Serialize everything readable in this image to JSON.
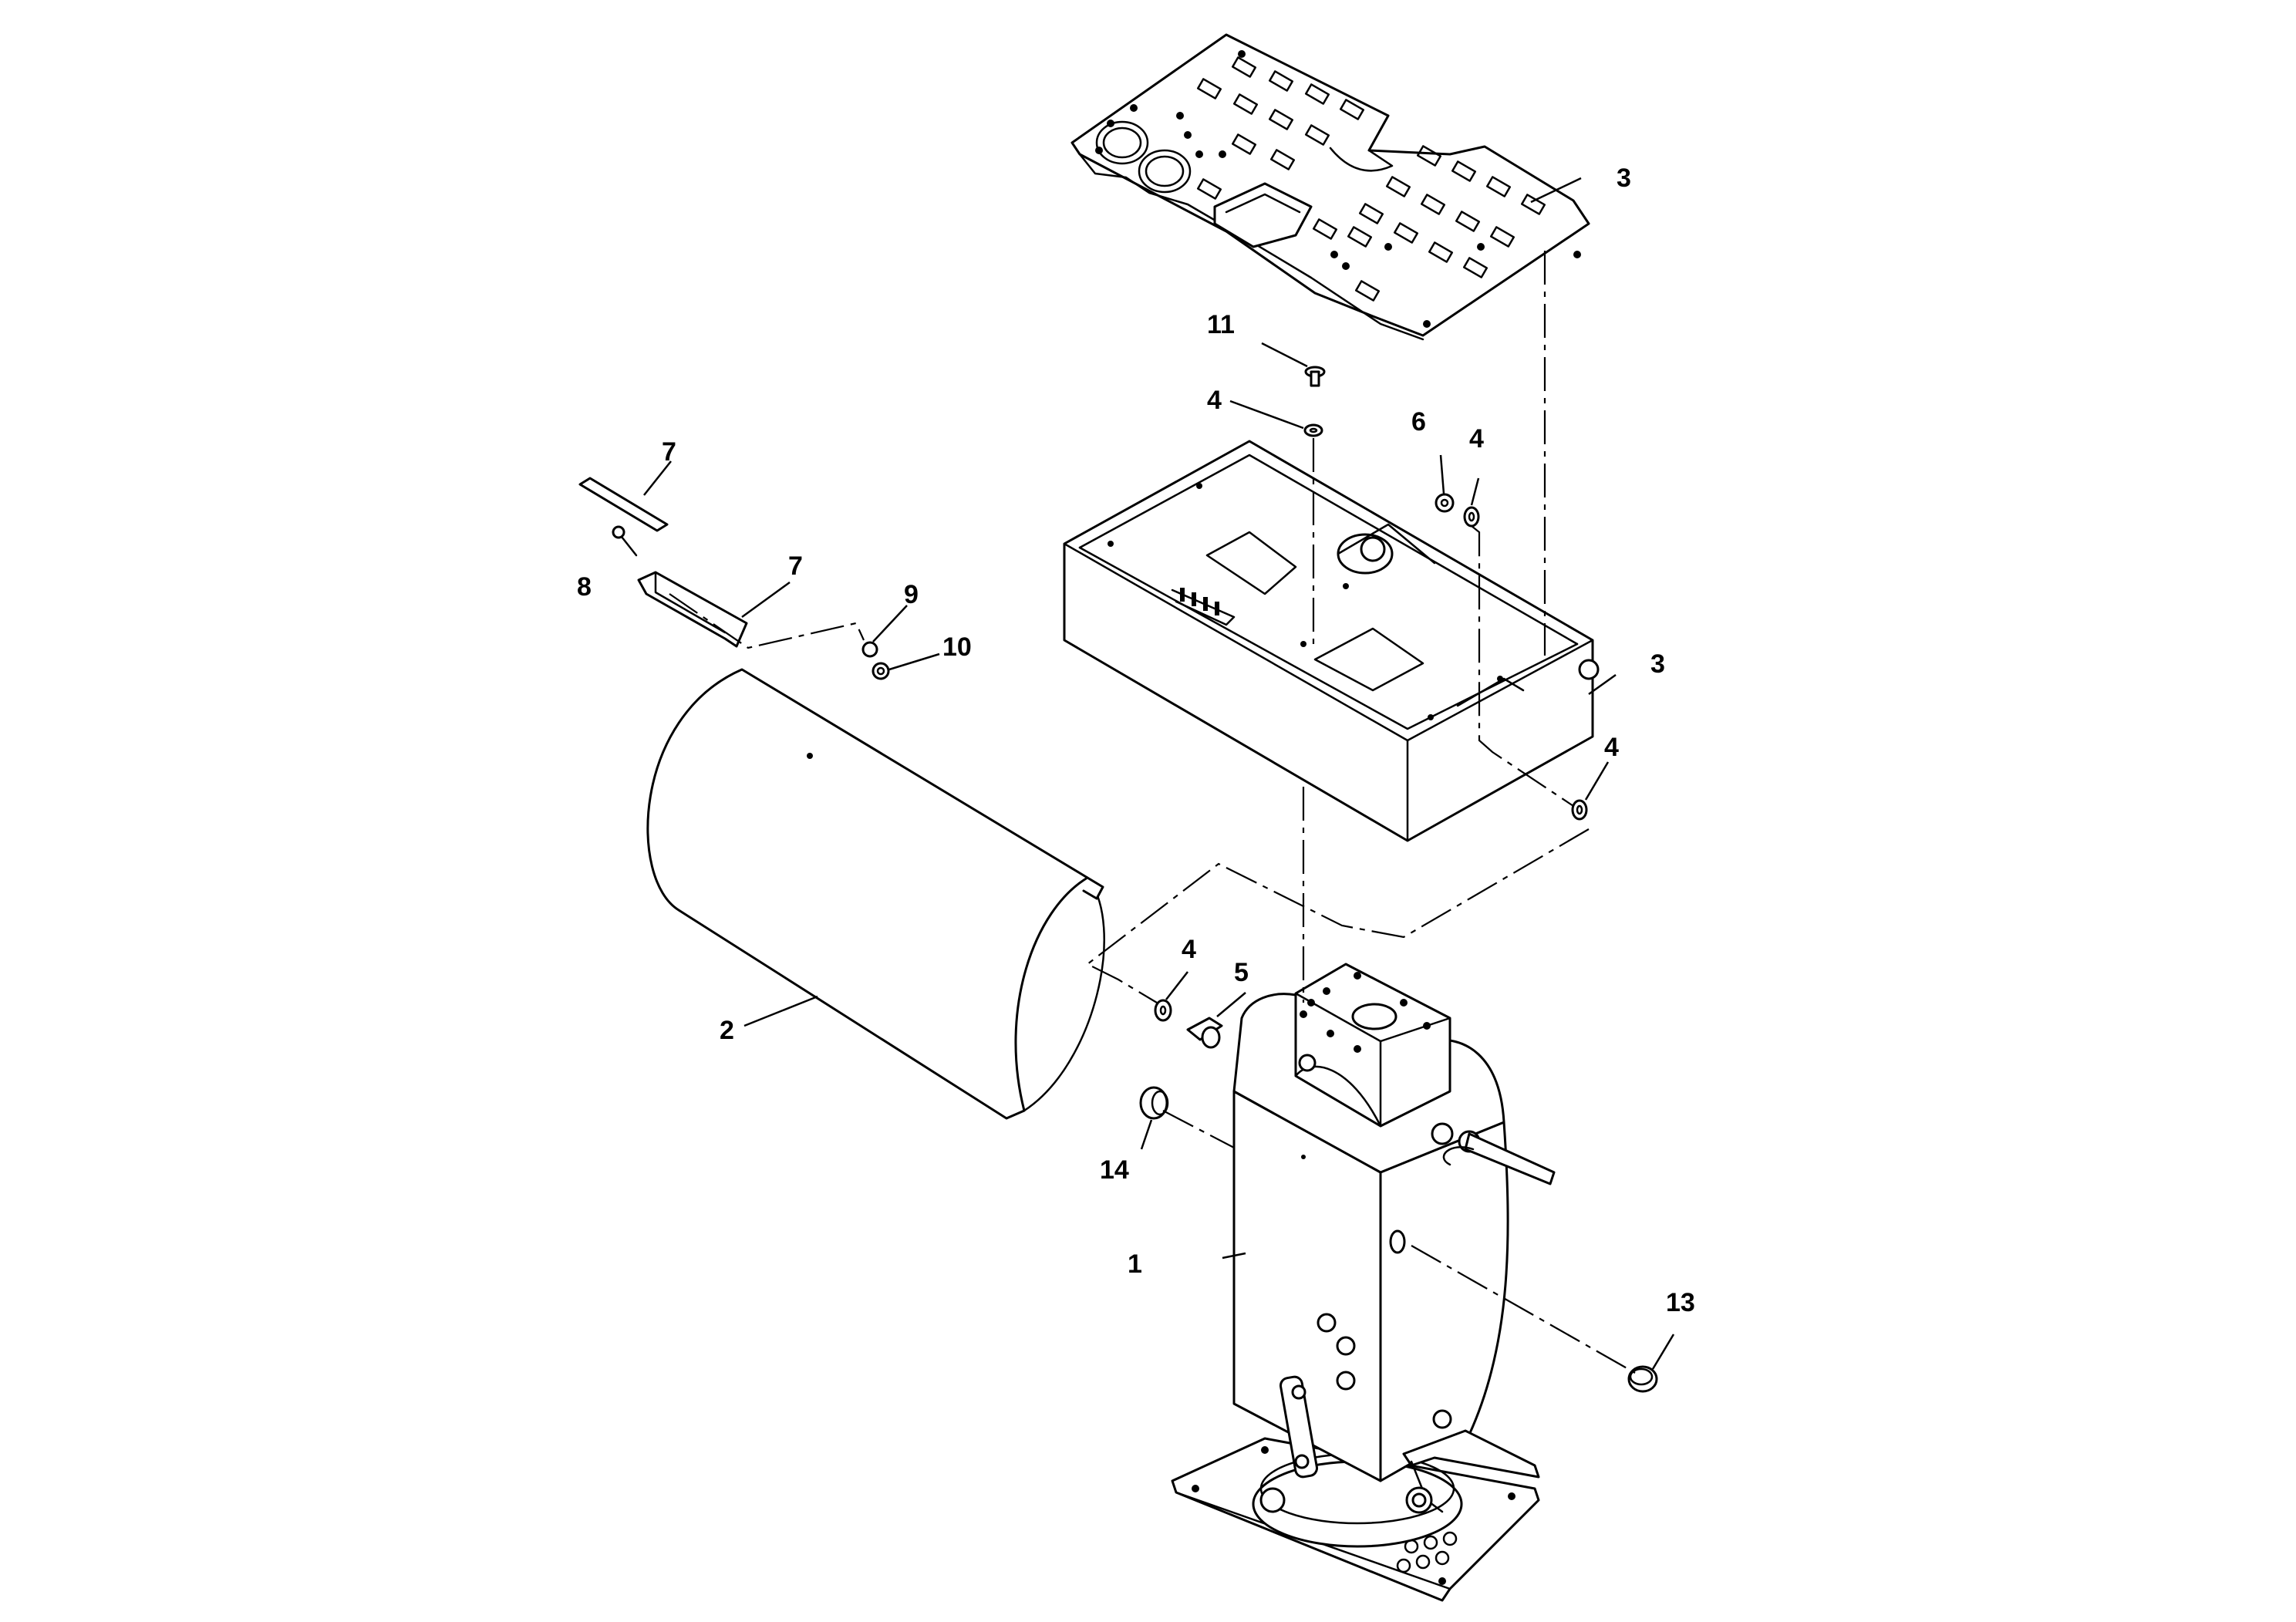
{
  "colors": {
    "line": "#000000",
    "background": "#ffffff"
  },
  "callouts": {
    "c1": "1",
    "c2": "2",
    "c3_panel": "3",
    "c3_box": "3",
    "c4_top": "4",
    "c4_mid": "4",
    "c4_right": "4",
    "c4_bottom": "4",
    "c5": "5",
    "c6": "6",
    "c7_top": "7",
    "c7_bottom": "7",
    "c8": "8",
    "c9": "9",
    "c10": "10",
    "c11": "11",
    "c13": "13",
    "c14": "14"
  }
}
